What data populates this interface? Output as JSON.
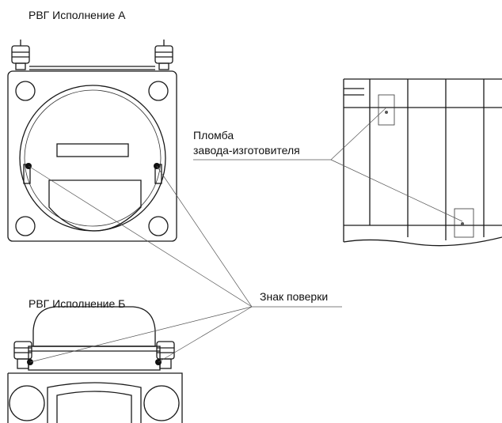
{
  "labels": {
    "variant_a": "РВГ  Исполнение А",
    "variant_b": "РВГ  Исполнение Б",
    "seal_line1": "Пломба",
    "seal_line2": "завода-изготовителя",
    "verification_mark": "Знак поверки"
  },
  "colors": {
    "line": "#1a1a1a",
    "background": "#ffffff"
  }
}
